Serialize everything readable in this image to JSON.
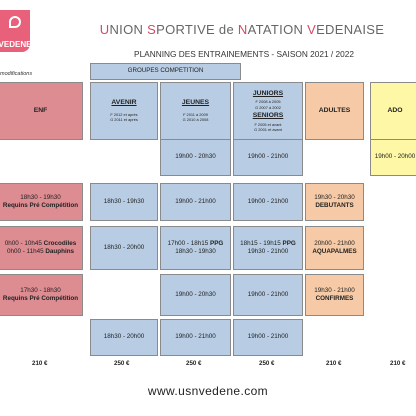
{
  "logo": {
    "text": "VEDENE"
  },
  "header": {
    "title_parts": [
      {
        "t": "U",
        "cap": true
      },
      {
        "t": "NION ",
        "cap": false
      },
      {
        "t": "S",
        "cap": true
      },
      {
        "t": "PORTIVE de ",
        "cap": false
      },
      {
        "t": "N",
        "cap": true
      },
      {
        "t": "ATATION ",
        "cap": false
      },
      {
        "t": "V",
        "cap": true
      },
      {
        "t": "EDENAISE",
        "cap": false
      }
    ],
    "subtitle": "PLANNING DES ENTRAINEMENTS   -   SAISON 2021 / 2022",
    "modifications_note": "modifications",
    "group_competition": "GROUPES COMPETITION"
  },
  "columns": {
    "enf": {
      "label": "ENF"
    },
    "avenir": {
      "label": "AVENIR",
      "line1": "F 2012 et après",
      "line2": "G 2011 et après"
    },
    "jeunes": {
      "label": "JEUNES",
      "line1": "F 2011 à 2009",
      "line2": "G 2010 à 2008"
    },
    "juniors": {
      "label": "JUNIORS",
      "line1": "F 2008 à 2005",
      "line2": "G 2007 à 2002"
    },
    "seniors": {
      "label": "SENIORS",
      "line1": "F 2005 et avant",
      "line2": "G 2001 et avant"
    },
    "adultes": {
      "label": "ADULTES"
    },
    "ado": {
      "label": "ADO"
    }
  },
  "row1": {
    "jeunes": "19h00 - 20h30",
    "juniors": "19h00 - 21h00",
    "ado": "19h00 - 20h00"
  },
  "row2": {
    "enf_time": "18h30 - 19h30",
    "enf_label": "Requins Pré Compétition",
    "avenir": "18h30 - 19h30",
    "jeunes": "19h00 - 21h00",
    "juniors": "19h00 - 21h00",
    "adultes_time": "19h30 - 20h30",
    "adultes_label": "DEBUTANTS"
  },
  "row3": {
    "enf_line1_time": "0h00 - 10h45",
    "enf_line1_label": "Crocodiles",
    "enf_line2_time": "0h00 - 11h45",
    "enf_line2_label": "Dauphins",
    "avenir": "18h30 - 20h00",
    "jeunes_line1_time": "17h00 - 18h15",
    "jeunes_line1_tag": "PPG",
    "jeunes_line2": "18h30 - 19h30",
    "juniors_line1_time": "18h15 - 19h15",
    "juniors_line1_tag": "PPG",
    "juniors_line2": "19h30 - 21h00",
    "adultes_time": "20h00 - 21h00",
    "adultes_label": "AQUAPALMES"
  },
  "row4": {
    "enf_time": "17h30 - 18h30",
    "enf_label": "Requins Pré Compétition",
    "jeunes": "19h00 - 20h30",
    "juniors": "19h00 - 21h00",
    "adultes_time": "19h30 - 21h00",
    "adultes_label": "CONFIRMES"
  },
  "row5": {
    "avenir": "18h30 - 20h00",
    "jeunes": "19h00 - 21h00",
    "juniors": "19h00 - 21h00"
  },
  "prices": {
    "enf": "210 €",
    "avenir": "250 €",
    "jeunes": "250 €",
    "juniors": "250 €",
    "adultes": "210 €",
    "ado": "210 €"
  },
  "footer": {
    "website": "www.usnvedene.com"
  }
}
